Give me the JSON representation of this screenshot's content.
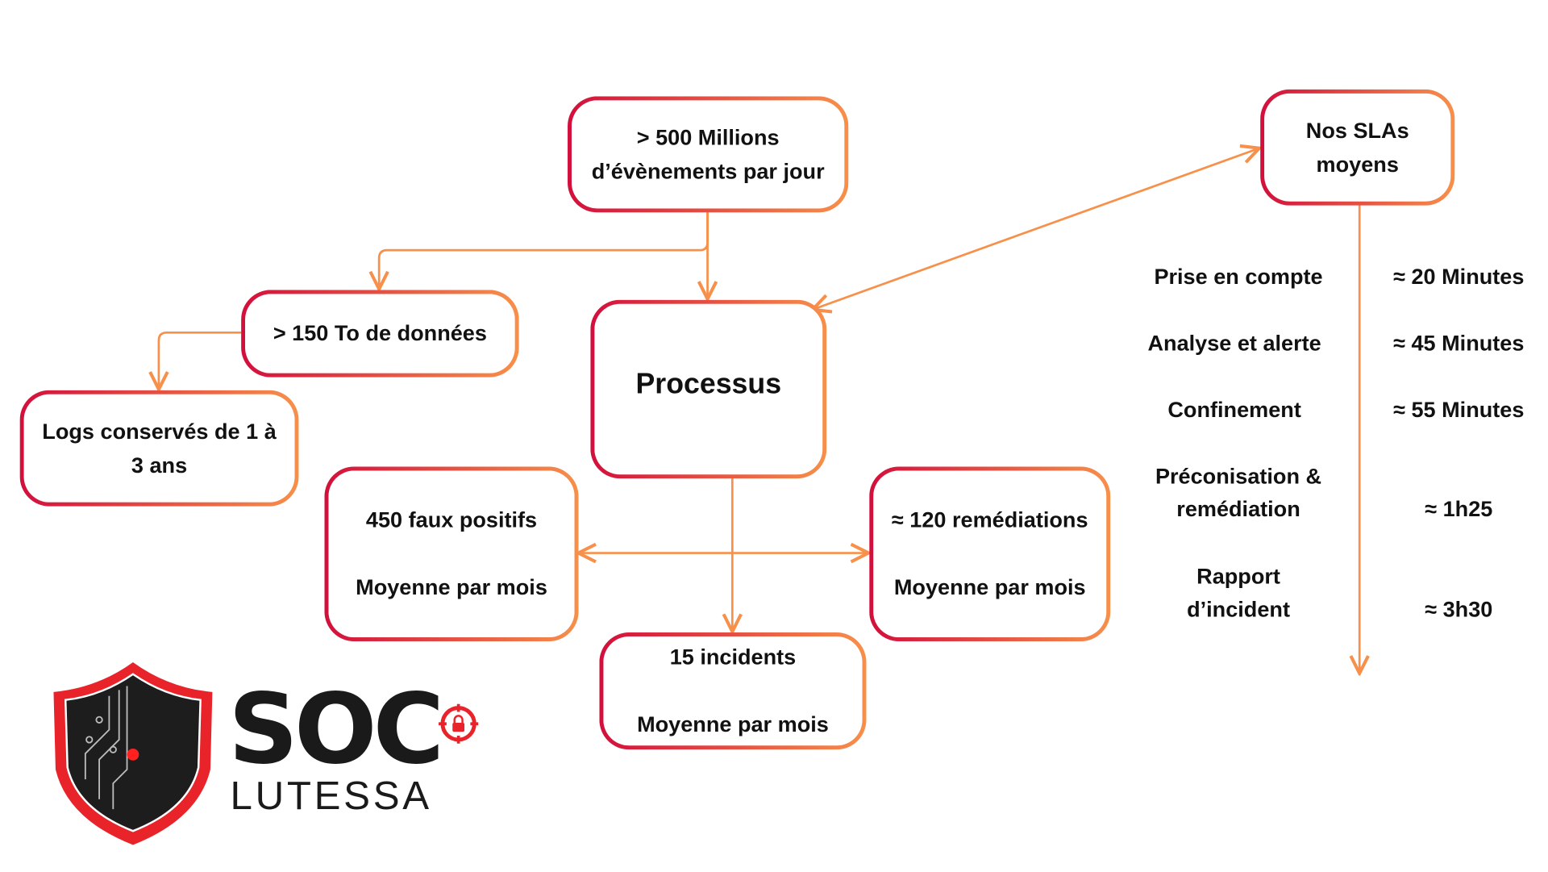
{
  "colors": {
    "line": "#f7904a",
    "border_start": "#d20f3c",
    "border_end": "#f7904a"
  },
  "nodes": {
    "events": [
      "> 500 Millions",
      "d’évènements par jour"
    ],
    "data": "> 150 To de données",
    "logs": [
      "Logs conservés de 1 à",
      "3 ans"
    ],
    "process": "Processus",
    "false_positives": {
      "value": "450 faux positifs",
      "sub": "Moyenne par mois"
    },
    "remediations": {
      "value": "≈ 120 remédiations",
      "sub": "Moyenne par mois"
    },
    "incidents": {
      "value": "15 incidents",
      "sub": "Moyenne par mois"
    },
    "sla": [
      "Nos SLAs",
      "moyens"
    ]
  },
  "sla_items": [
    {
      "label": [
        "Prise en compte"
      ],
      "value": "≈ 20 Minutes"
    },
    {
      "label": [
        "Analyse et alerte"
      ],
      "value": "≈ 45 Minutes"
    },
    {
      "label": [
        "Confinement"
      ],
      "value": "≈ 55 Minutes"
    },
    {
      "label": [
        "Préconisation &",
        "remédiation"
      ],
      "value": "≈ 1h25"
    },
    {
      "label": [
        "Rapport",
        "d’incident"
      ],
      "value": "≈ 3h30"
    }
  ],
  "logo": {
    "main": "SOC",
    "sub": "LUTESSA"
  }
}
